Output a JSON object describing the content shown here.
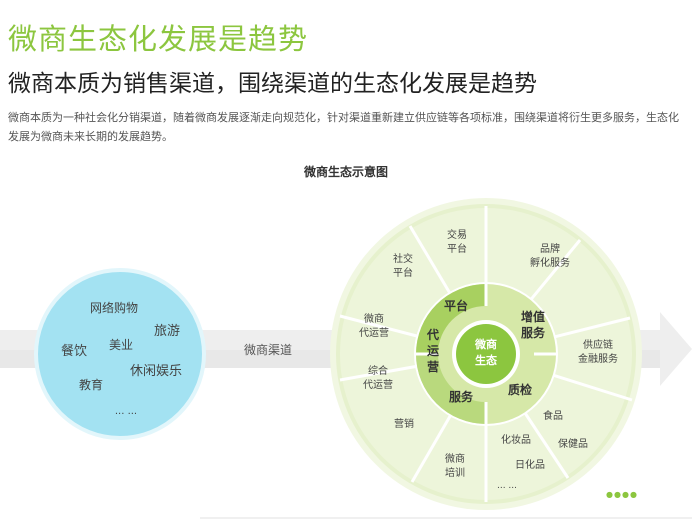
{
  "header": {
    "title": "微商生态化发展是趋势",
    "subtitle": "微商本质为销售渠道，围绕渠道的生态化发展是趋势",
    "description": "微商本质为一种社会化分销渠道，随着微商发展逐渐走向规范化，针对渠道重新建立供应链等各项标准，围绕渠道将衍生更多服务，生态化发展为微商未来长期的发展趋势。"
  },
  "diagram": {
    "title": "微商生态示意图",
    "channel_label": "微商渠道",
    "left_circle": {
      "items": [
        "网络购物",
        "旅游",
        "餐饮",
        "美业",
        "休闲娱乐",
        "教育",
        "... ..."
      ]
    },
    "core": {
      "line1": "微商",
      "line2": "生态"
    },
    "inner_ring": {
      "platform": "平台",
      "value_added_1": "增值",
      "value_added_2": "服务",
      "agency_1": "代",
      "agency_2": "运",
      "agency_3": "营",
      "service": "服务",
      "quality": "质检"
    },
    "outer_ring": {
      "trade_1": "交易",
      "trade_2": "平台",
      "social_1": "社交",
      "social_2": "平台",
      "brand_1": "品牌",
      "brand_2": "孵化服务",
      "wechat_agency_1": "微商",
      "wechat_agency_2": "代运营",
      "supply_1": "供应链",
      "supply_2": "金融服务",
      "general_agency_1": "综合",
      "general_agency_2": "代运营",
      "marketing": "营销",
      "training_1": "微商",
      "training_2": "培训",
      "food": "食品",
      "cosmetics": "化妆品",
      "health": "保健品",
      "daily": "日化品",
      "more": "... ..."
    },
    "more_dots": "●●●●"
  },
  "colors": {
    "green": "#8cc63f",
    "dark_green": "#5ca02d",
    "light_green": "#d6e8a8",
    "pale_green": "#eaf3d4",
    "blue": "#9ee1f0",
    "arrow_gray": "#ececec"
  }
}
